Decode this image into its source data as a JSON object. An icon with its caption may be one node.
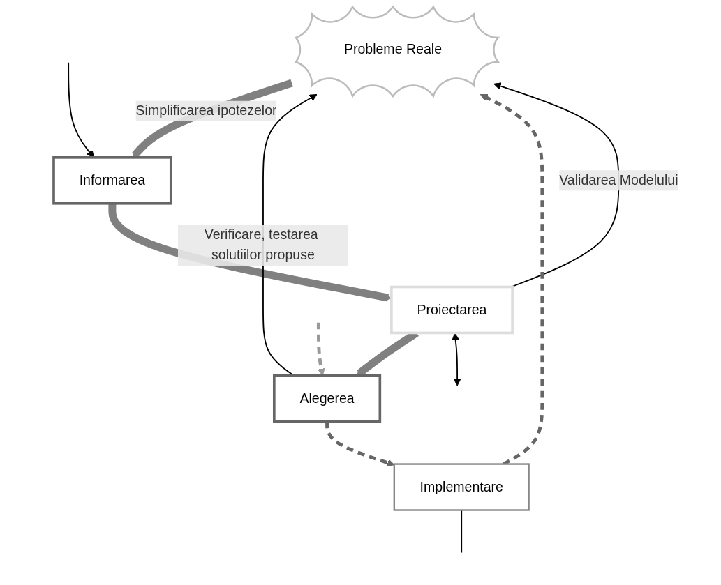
{
  "diagram": {
    "nodes": [
      {
        "text": [
          "Probleme Reale"
        ]
      },
      {
        "text": [
          "Informarea"
        ]
      },
      {
        "text": [
          "Proiectarea"
        ]
      },
      {
        "text": [
          "Alegerea"
        ]
      },
      {
        "text": [
          "Implementare"
        ]
      }
    ],
    "edges": [
      {
        "from": 0,
        "to": 1,
        "arrow": "to",
        "label": "Simplificarea ipotezelor",
        "style": "thick",
        "color": "#808080"
      },
      {
        "from": 1,
        "to": 2,
        "arrow": "to",
        "style": "thick",
        "color": "#808080"
      },
      {
        "from": 2,
        "to": 3,
        "arrow": "to",
        "style": "thick",
        "color": "#808080"
      },
      {
        "from": 2,
        "to": 0,
        "arrow": "to",
        "label": "Validarea Modelului"
      },
      {
        "from": 3,
        "to": 0,
        "arrow": "to",
        "label": "Verificare, testarea solutiilor propuse"
      },
      {
        "from": 3,
        "to": 4,
        "arrow": "to",
        "style": "dashed",
        "color": "#666666"
      },
      {
        "from": 4,
        "to": 0,
        "arrow": "to",
        "style": "dashed",
        "color": "#666666"
      },
      {
        "from": null,
        "to": 1,
        "arrow": "to"
      },
      {
        "from": 2,
        "to": null,
        "arrow": "both"
      },
      {
        "from": null,
        "to": 3,
        "arrow": "to",
        "style": "dashed",
        "color": "#999999"
      },
      {
        "from": 4,
        "to": null,
        "arrow": "none"
      }
    ]
  }
}
